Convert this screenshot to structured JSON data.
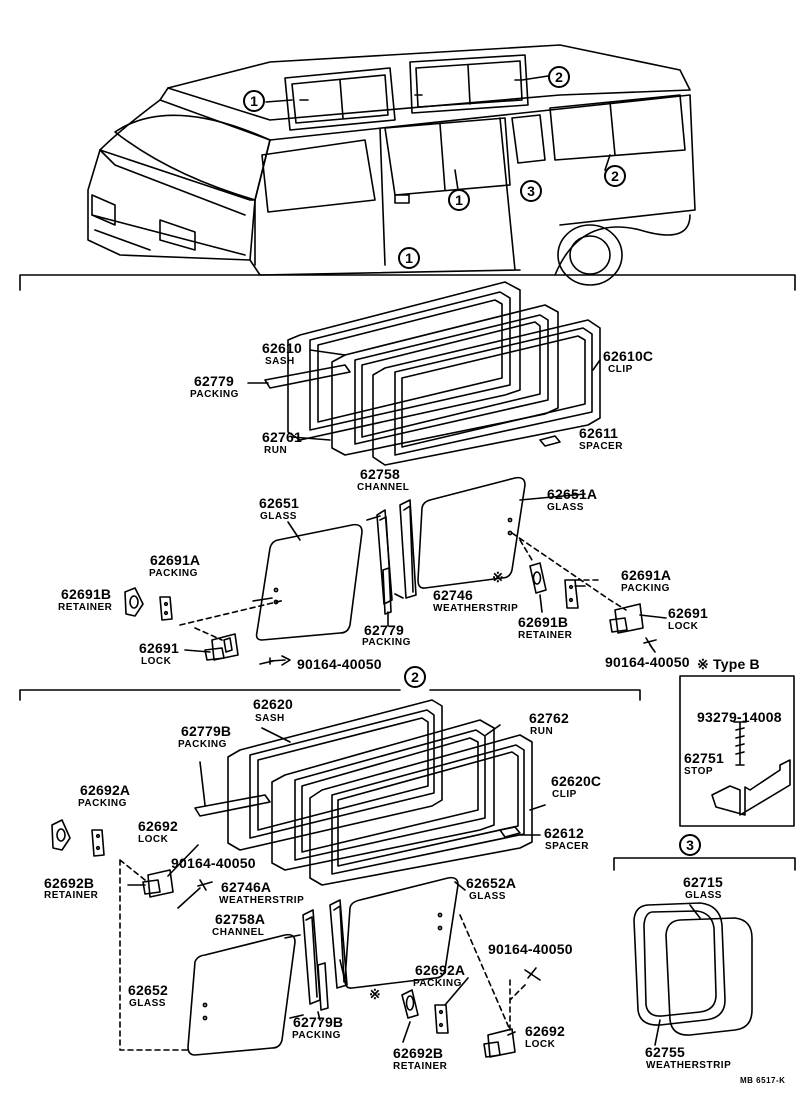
{
  "diagram": {
    "callouts": [
      {
        "id": "c1a",
        "text": "1"
      },
      {
        "id": "c2a",
        "text": "2"
      },
      {
        "id": "c1b",
        "text": "1"
      },
      {
        "id": "c3a",
        "text": "3"
      },
      {
        "id": "c2b",
        "text": "2"
      },
      {
        "id": "c1c",
        "text": "1"
      },
      {
        "id": "c2sec",
        "text": "2"
      },
      {
        "id": "c3sec",
        "text": "3"
      }
    ],
    "labels": [
      {
        "pn": "62610",
        "nm": "SASH"
      },
      {
        "pn": "62779",
        "nm": "PACKING"
      },
      {
        "pn": "62761",
        "nm": "RUN"
      },
      {
        "pn": "62610C",
        "nm": "CLIP"
      },
      {
        "pn": "62611",
        "nm": "SPACER"
      },
      {
        "pn": "62758",
        "nm": "CHANNEL"
      },
      {
        "pn": "62651",
        "nm": "GLASS"
      },
      {
        "pn": "62651A",
        "nm": "GLASS"
      },
      {
        "pn": "62691A",
        "nm": "PACKING"
      },
      {
        "pn": "62691B",
        "nm": "RETAINER"
      },
      {
        "pn": "62746",
        "nm": "WEATHERSTRIP"
      },
      {
        "pn": "62779",
        "nm": "PACKING"
      },
      {
        "pn": "62691",
        "nm": "LOCK"
      },
      {
        "pn": "90164-40050",
        "nm": ""
      },
      {
        "pn": "62691B",
        "nm": "RETAINER"
      },
      {
        "pn": "62691A",
        "nm": "PACKING"
      },
      {
        "pn": "62691",
        "nm": "LOCK"
      },
      {
        "pn": "90164-40050",
        "nm": ""
      },
      {
        "pn": "62620",
        "nm": "SASH"
      },
      {
        "pn": "62779B",
        "nm": "PACKING"
      },
      {
        "pn": "62762",
        "nm": "RUN"
      },
      {
        "pn": "62620C",
        "nm": "CLIP"
      },
      {
        "pn": "62692A",
        "nm": "PACKING"
      },
      {
        "pn": "62692",
        "nm": "LOCK"
      },
      {
        "pn": "62692B",
        "nm": "RETAINER"
      },
      {
        "pn": "90164-40050",
        "nm": ""
      },
      {
        "pn": "62746A",
        "nm": "WEATHERSTRIP"
      },
      {
        "pn": "62612",
        "nm": "SPACER"
      },
      {
        "pn": "62652A",
        "nm": "GLASS"
      },
      {
        "pn": "62758A",
        "nm": "CHANNEL"
      },
      {
        "pn": "90164-40050",
        "nm": ""
      },
      {
        "pn": "62652",
        "nm": "GLASS"
      },
      {
        "pn": "62692A",
        "nm": "PACKING"
      },
      {
        "pn": "62779B",
        "nm": "PACKING"
      },
      {
        "pn": "62692B",
        "nm": "RETAINER"
      },
      {
        "pn": "62692",
        "nm": "LOCK"
      },
      {
        "pn": "93279-14008",
        "nm": ""
      },
      {
        "pn": "62751",
        "nm": "STOP"
      },
      {
        "pn": "62715",
        "nm": "GLASS"
      },
      {
        "pn": "62755",
        "nm": "WEATHERSTRIP"
      }
    ],
    "type_b_label": "※ Type B",
    "asterisk_marks": [
      "※",
      "※"
    ],
    "drawing_code": "MB 6517-K"
  }
}
